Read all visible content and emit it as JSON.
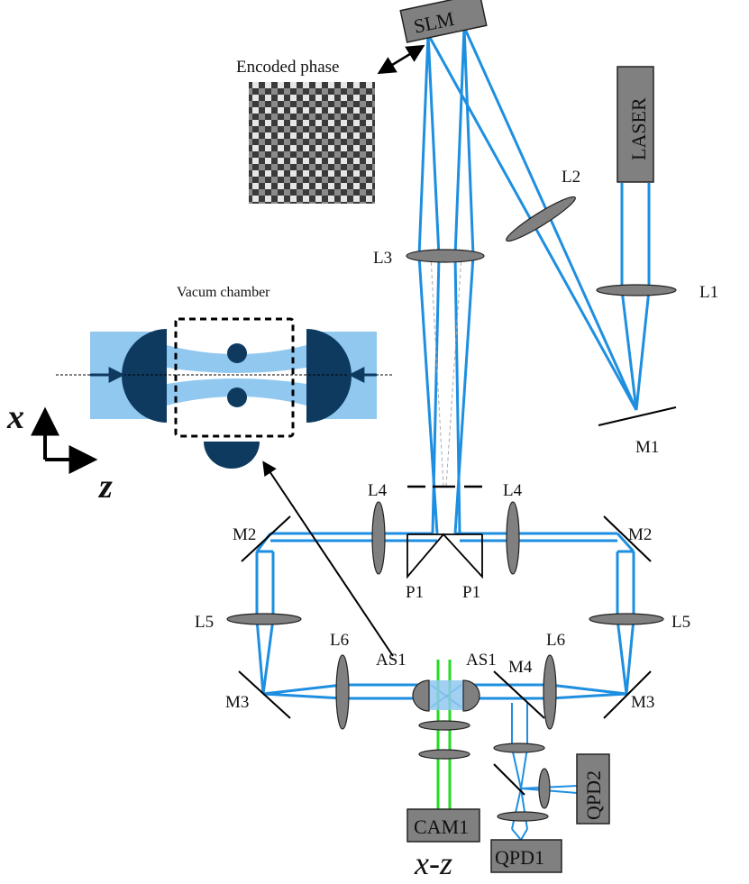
{
  "labels": {
    "slm": "SLM",
    "laser": "LASER",
    "encoded_phase": "Encoded phase",
    "vacuum_chamber": "Vacum chamber",
    "l1": "L1",
    "l2": "L2",
    "l3": "L3",
    "l4_left": "L4",
    "l4_right": "L4",
    "l5_left": "L5",
    "l5_right": "L5",
    "l6_left": "L6",
    "l6_right": "L6",
    "m1": "M1",
    "m2_left": "M2",
    "m2_right": "M2",
    "m3_left": "M3",
    "m3_right": "M3",
    "m4": "M4",
    "p1_left": "P1",
    "p1_right": "P1",
    "as1_left": "AS1",
    "as1_right": "AS1",
    "cam1": "CAM1",
    "qpd1": "QPD1",
    "qpd2": "QPD2",
    "axis_x": "x",
    "axis_z": "z",
    "view": "x-z"
  },
  "colors": {
    "beam": "#1e8fe0",
    "imaging_beam": "#22dd22",
    "device": "#808080",
    "chamber_fill": "#90c8f0",
    "objective": "#0f3a60"
  }
}
